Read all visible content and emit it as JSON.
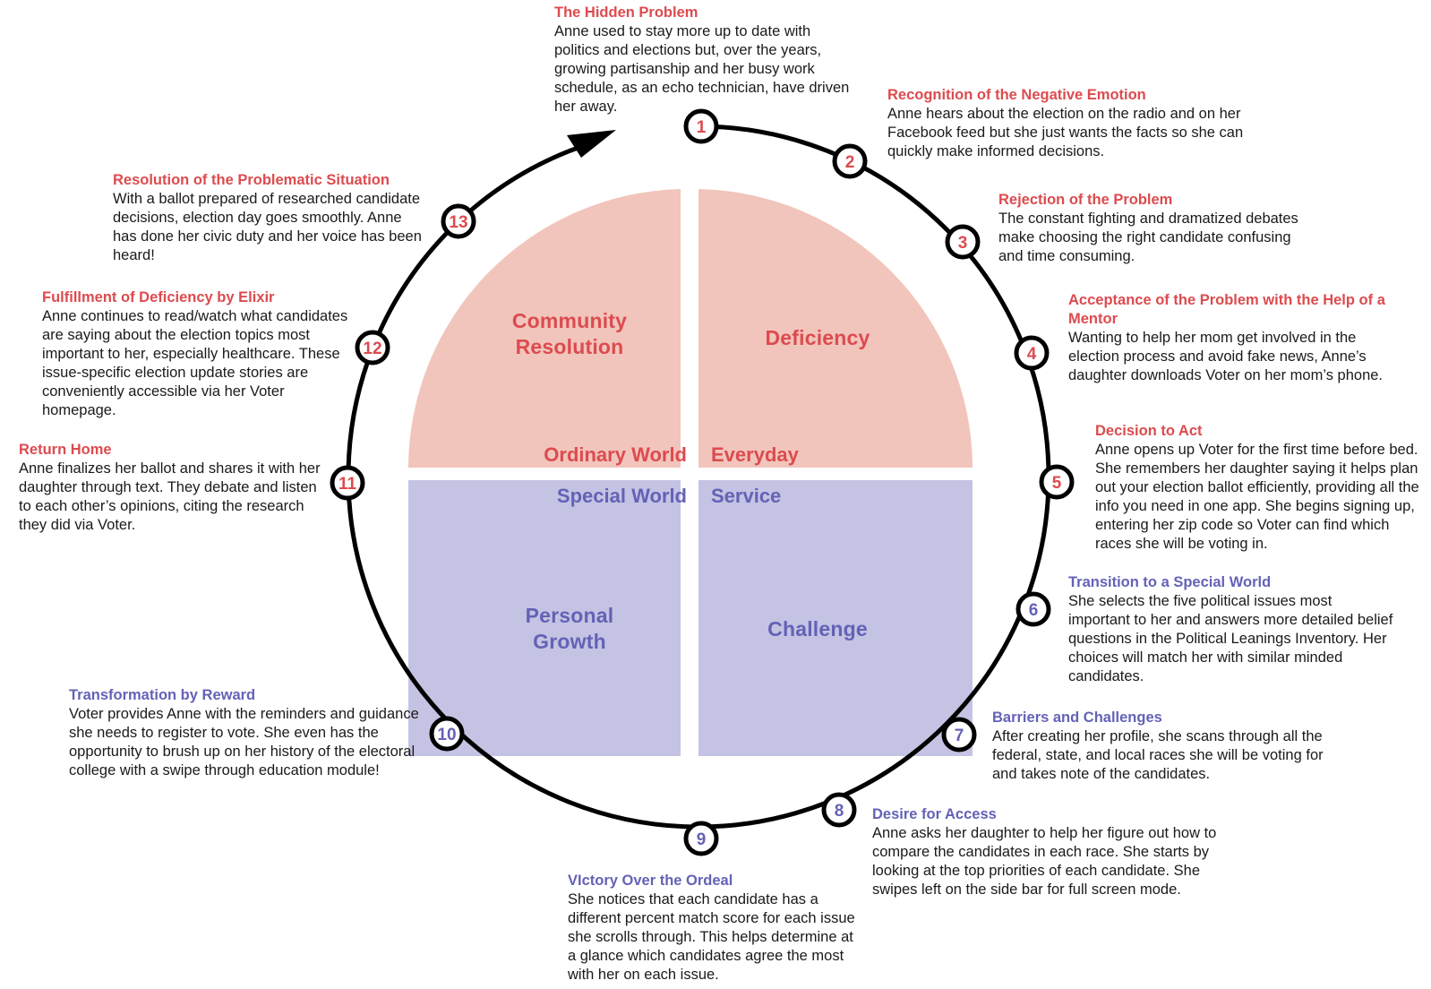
{
  "colors": {
    "red": "#dc4b4f",
    "blue": "#6462b6",
    "pink_fill": "#f1c5bb",
    "lavender_fill": "#c4c3e3",
    "ring": "#000000"
  },
  "quadrants": {
    "community_resolution": [
      "Community",
      "Resolution"
    ],
    "deficiency": "Deficiency",
    "personal_growth": [
      "Personal",
      "Growth"
    ],
    "challenge": "Challenge"
  },
  "world_labels": {
    "ordinary_world": "Ordinary World",
    "everyday": "Everyday",
    "special_world": "Special World",
    "service": "Service"
  },
  "stages": [
    {
      "num": "1",
      "color": "red",
      "title": "The Hidden Problem",
      "text": "Anne used to stay more up to date with politics and elections but, over the years, growing partisanship and her busy work schedule, as an echo technician, have driven her away."
    },
    {
      "num": "2",
      "color": "red",
      "title": "Recognition of the Negative Emotion",
      "text": "Anne hears about the election on the radio and on her Facebook feed but she just wants the facts so she can quickly make informed decisions."
    },
    {
      "num": "3",
      "color": "red",
      "title": "Rejection of the Problem",
      "text": "The constant fighting and dramatized debates make choosing the right candidate confusing and time consuming."
    },
    {
      "num": "4",
      "color": "red",
      "title": "Acceptance of the Problem with the Help of a Mentor",
      "text": "Wanting to help her mom get involved in the election process and avoid fake news, Anne’s daughter downloads Voter on her mom’s phone."
    },
    {
      "num": "5",
      "color": "red",
      "title": "Decision to Act",
      "text": "Anne opens up Voter for the first time before bed. She remembers her daughter saying it helps plan out your election ballot efficiently, providing all the info you need in one app. She begins signing up, entering her zip code so Voter can find which races she will be voting in."
    },
    {
      "num": "6",
      "color": "blue",
      "title": "Transition to a Special World",
      "text": "She selects the five political issues most important to her and answers more detailed belief questions in the Political Leanings Inventory. Her choices will match her with similar minded candidates."
    },
    {
      "num": "7",
      "color": "blue",
      "title": "Barriers and Challenges",
      "text": "After creating her profile, she scans through all the federal, state, and local races she will be voting for and takes note of the candidates."
    },
    {
      "num": "8",
      "color": "blue",
      "title": "Desire for Access",
      "text": "Anne asks her daughter to help her figure out how to compare the candidates in each race. She starts by looking at the top priorities of each candidate. She swipes left on the side bar for full screen mode."
    },
    {
      "num": "9",
      "color": "blue",
      "title": "VIctory Over the Ordeal",
      "text": "She notices that each candidate has a different percent match score for each issue she scrolls through. This helps determine at a glance which candidates agree the most with her on each issue."
    },
    {
      "num": "10",
      "color": "blue",
      "title": "Transformation by Reward",
      "text": "Voter provides Anne with the reminders and guidance she needs to register to vote. She even has the opportunity to brush up on her history of the electoral college with a swipe through education module!"
    },
    {
      "num": "11",
      "color": "red",
      "title": "Return Home",
      "text": "Anne finalizes her ballot and shares it with her daughter through text. They debate and listen to each other’s opinions, citing the research they did via Voter."
    },
    {
      "num": "12",
      "color": "red",
      "title": "Fulfillment of Deficiency by Elixir",
      "text": "Anne continues to read/watch what candidates are saying about the election topics most important to her, especially healthcare. These issue-specific election update stories are conveniently accessible via her Voter homepage."
    },
    {
      "num": "13",
      "color": "red",
      "title": "Resolution of the Problematic Situation",
      "text": "With a ballot prepared of researched candidate decisions, election day goes smoothly. Anne has done her civic duty and her voice has been heard!"
    }
  ]
}
